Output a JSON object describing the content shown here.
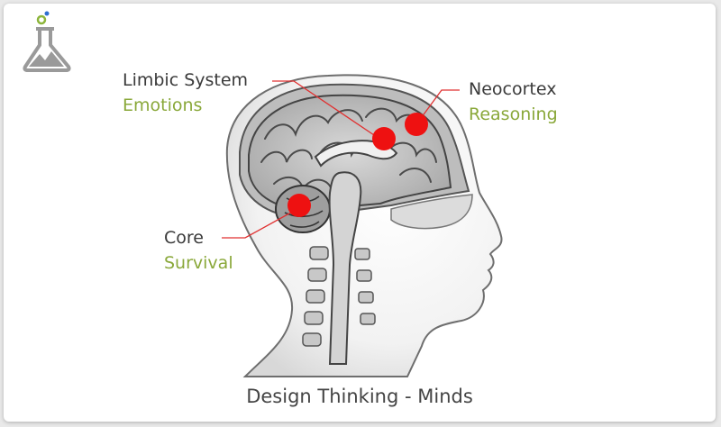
{
  "diagram": {
    "caption": "Design Thinking - Minds",
    "labels": [
      {
        "id": "limbic",
        "name": "Limbic System",
        "sub": "Emotions"
      },
      {
        "id": "neocortex",
        "name": "Neocortex",
        "sub": "Reasoning"
      },
      {
        "id": "core",
        "name": "Core",
        "sub": "Survival"
      }
    ]
  },
  "colors": {
    "accent_green": "#8aa83a",
    "marker_red": "#ee1111",
    "leader_red": "#e03030",
    "logo_blue": "#2e6fd0",
    "logo_green": "#8cb53a",
    "logo_gray": "#9a9a9a"
  },
  "icons": {
    "logo": "flask-icon"
  }
}
